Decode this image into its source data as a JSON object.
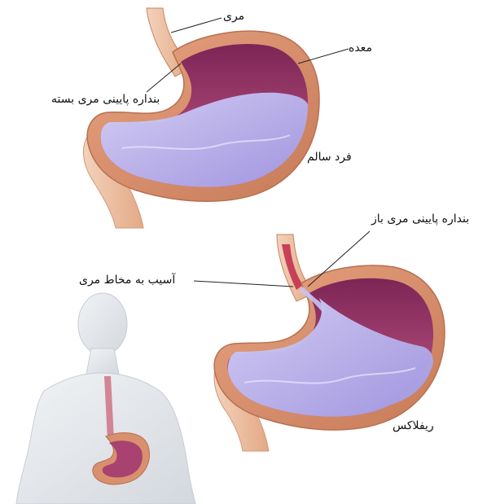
{
  "labels": {
    "esophagus": "مری",
    "stomach": "معده",
    "les_closed": "بنداره پایینی مری بسته",
    "healthy": "فرد سالم",
    "les_open": "بنداره پایینی مری باز",
    "mucosa_damage": "آسیب به مخاط مری",
    "reflux": "ریفلاکس"
  },
  "colors": {
    "stomach_wall": "#d9906e",
    "stomach_rim": "#c27a5a",
    "stomach_inner": "#9a3d6a",
    "acid": "#b8b4ee",
    "acid_highlight": "#dcdcff",
    "body_silhouette": "#e3e6ea",
    "leader_line": "#222222"
  }
}
